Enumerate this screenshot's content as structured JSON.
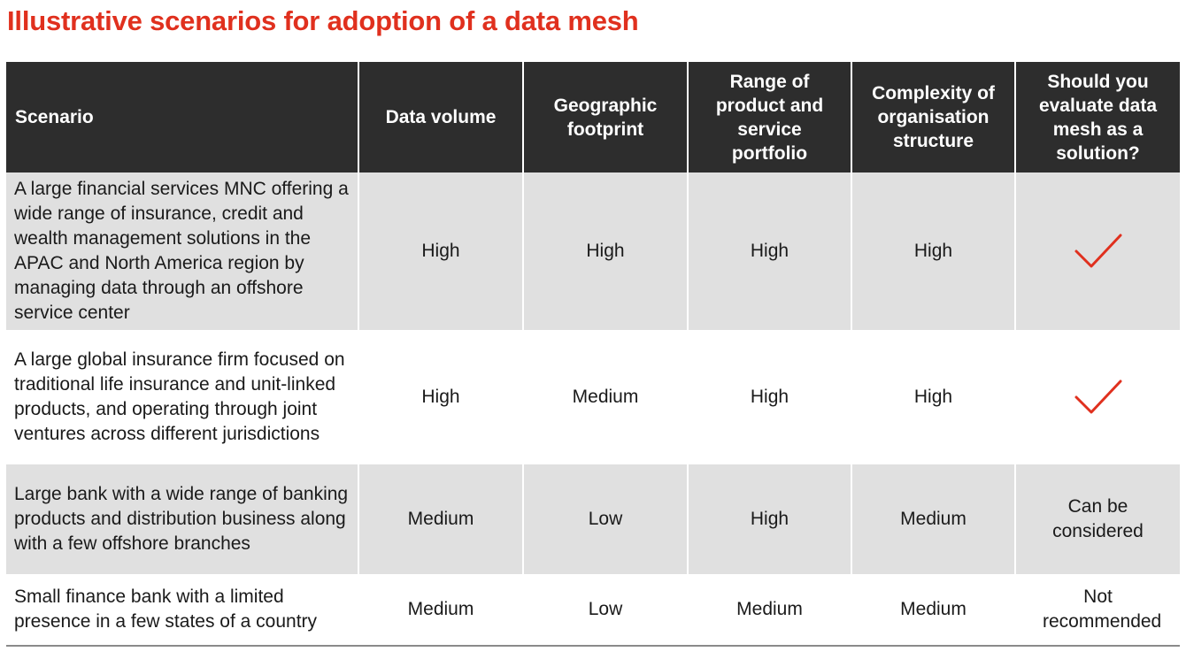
{
  "title": "Illustrative scenarios for adoption of a data mesh",
  "colors": {
    "accent": "#e0301e",
    "header_bg": "#2d2d2d",
    "row_shade": "#e0e0e0"
  },
  "table": {
    "headers": {
      "scenario": "Scenario",
      "data_volume": "Data volume",
      "geographic_footprint": "Geographic footprint",
      "range_of_portfolio": "Range of product and service portfolio",
      "complexity": "Complexity of organisation structure",
      "evaluate": "Should you evaluate data mesh as a solution?"
    },
    "rows": [
      {
        "scenario": "A large financial services MNC offering a wide range of insurance, credit and wealth management solutions in the APAC and North America region by managing data through an offshore service center",
        "data_volume": "High",
        "geographic_footprint": "High",
        "range_of_portfolio": "High",
        "complexity": "High",
        "evaluate_icon": "red-checkmark-icon"
      },
      {
        "scenario": "A large global insurance firm focused on traditional life insurance and unit-linked products, and operating through joint ventures across different jurisdictions",
        "data_volume": "High",
        "geographic_footprint": "Medium",
        "range_of_portfolio": "High",
        "complexity": "High",
        "evaluate_icon": "red-checkmark-icon"
      },
      {
        "scenario": "Large bank with a wide range of banking products and distribution business along with a few offshore branches",
        "data_volume": "Medium",
        "geographic_footprint": "Low",
        "range_of_portfolio": "High",
        "complexity": "Medium",
        "evaluate": "Can be considered"
      },
      {
        "scenario": "Small finance bank with a limited presence in a few states of a country",
        "data_volume": "Medium",
        "geographic_footprint": "Low",
        "range_of_portfolio": "Medium",
        "complexity": "Medium",
        "evaluate": "Not recommended"
      }
    ]
  }
}
